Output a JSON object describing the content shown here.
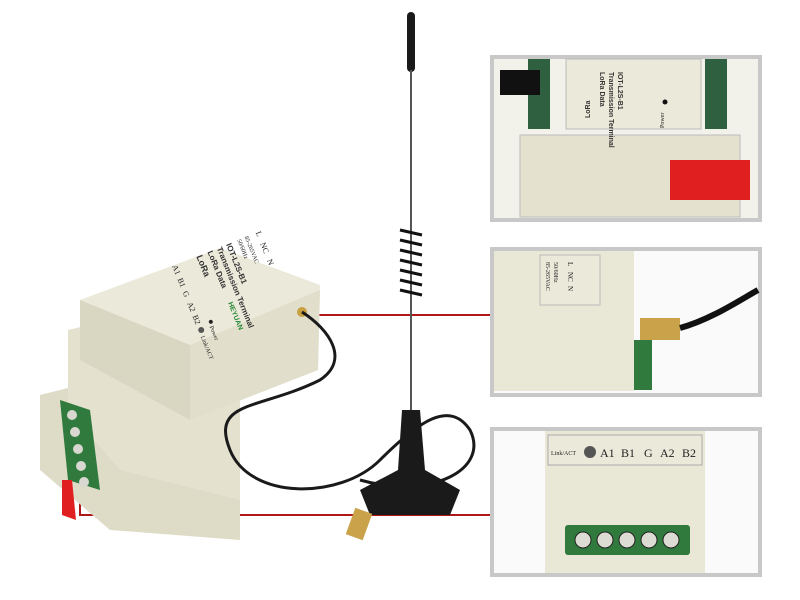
{
  "device": {
    "brand_logo": "LoRa",
    "title_line1": "LoRa Data",
    "title_line2": "Transmission Terminal",
    "model": "IOT-L2S-B1",
    "maker": "HEYUAN",
    "power_terminals": [
      "L",
      "NC",
      "N"
    ],
    "power_spec_line1": "85-265VAC",
    "power_spec_line2": "50/60Hz",
    "data_terminals": [
      "A1",
      "B1",
      "G",
      "A2",
      "B2"
    ],
    "indicator_label": "Link/ACT",
    "power_led_label": "Power"
  },
  "colors": {
    "housing": "#e9e7d6",
    "terminal_block": "#2f7a3c",
    "callout_line": "#b01818",
    "inset_border": "#c8c8c8",
    "din_clip": "#e02020"
  }
}
